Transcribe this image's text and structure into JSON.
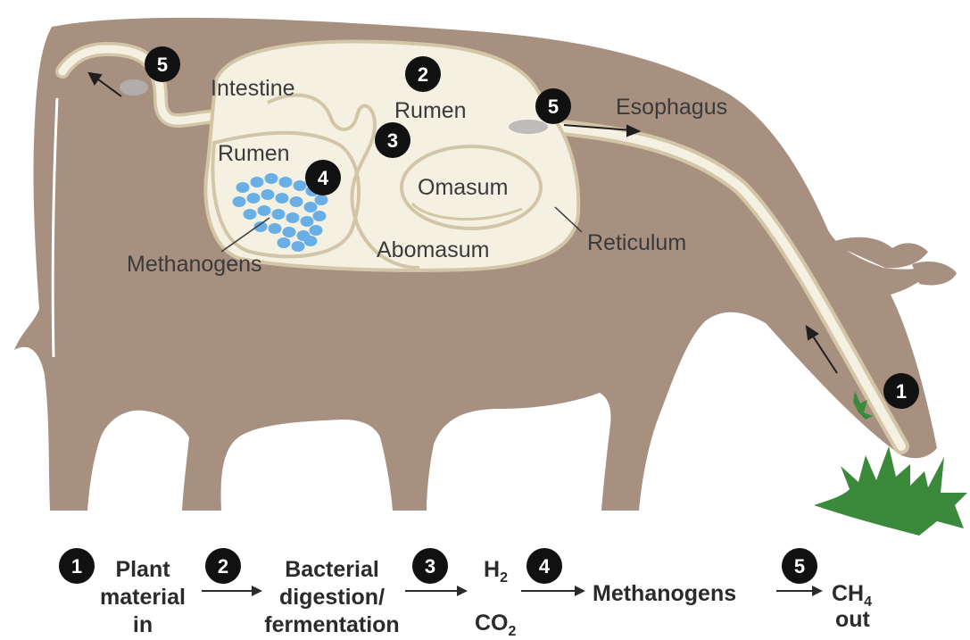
{
  "colors": {
    "cow_body": "#a89080",
    "stomach_fill": "#f4f1e3",
    "stomach_outline": "#d2c6a6",
    "methanogen_dots": "#6aaee6",
    "grass": "#3b8a3b",
    "badge": "#111111",
    "gas_puff": "#b3b3b3"
  },
  "labels": {
    "intestine": "Intestine",
    "rumen_top": "Rumen",
    "rumen_left": "Rumen",
    "omasum": "Omasum",
    "abomasum": "Abomasum",
    "reticulum": "Reticulum",
    "esophagus": "Esophagus",
    "methanogens": "Methanogens"
  },
  "badges": {
    "rear_exit": "5",
    "rumen_top": "2",
    "esophagus": "5",
    "mid": "3",
    "methanogens": "4",
    "mouth": "1"
  },
  "flow": {
    "steps": [
      {
        "num": "1",
        "lines": [
          "Plant",
          "material",
          "in"
        ]
      },
      {
        "num": "2",
        "lines": [
          "Bacterial",
          "digestion/",
          "fermentation"
        ]
      },
      {
        "num": "3",
        "top": "H",
        "top_sub": "2",
        "bottom": "CO",
        "bottom_sub": "2"
      },
      {
        "num": "4",
        "text": "Methanogens"
      },
      {
        "num": "5",
        "top": "CH",
        "top_sub": "4",
        "bottom": "out"
      }
    ]
  }
}
